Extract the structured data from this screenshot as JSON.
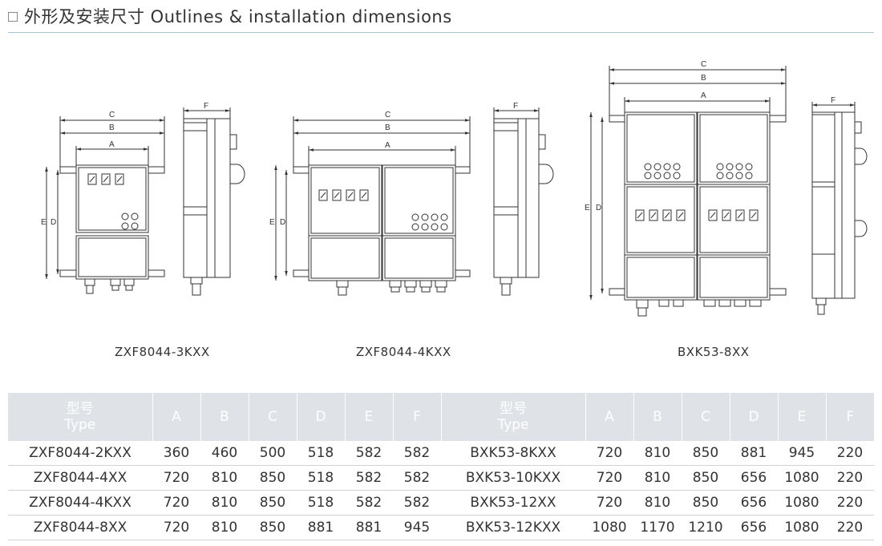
{
  "section": {
    "title": "外形及安装尺寸 Outlines & installation dimensions"
  },
  "drawings": [
    {
      "model": "ZXF8044-3KXX",
      "dims": {
        "a": "A",
        "b": "B",
        "c": "C",
        "d": "D",
        "e": "E",
        "f": "F"
      }
    },
    {
      "model": "ZXF8044-4KXX",
      "dims": {
        "a": "A",
        "b": "B",
        "c": "C",
        "d": "D",
        "e": "E",
        "f": "F"
      }
    },
    {
      "model": "BXK53-8XX",
      "dims": {
        "a": "A",
        "b": "B",
        "c": "C",
        "d": "D",
        "e": "E",
        "f": "F"
      }
    }
  ],
  "table": {
    "headers": [
      {
        "zh": "型号",
        "en": "Type"
      },
      {
        "en": "A"
      },
      {
        "en": "B"
      },
      {
        "en": "C"
      },
      {
        "en": "D"
      },
      {
        "en": "E"
      },
      {
        "en": "F"
      },
      {
        "zh": "型号",
        "en": "Type"
      },
      {
        "en": "A"
      },
      {
        "en": "B"
      },
      {
        "en": "C"
      },
      {
        "en": "D"
      },
      {
        "en": "E"
      },
      {
        "en": "F"
      }
    ],
    "rows": [
      [
        "ZXF8044-2KXX",
        "360",
        "460",
        "500",
        "518",
        "582",
        "582",
        "BXK53-8KXX",
        "720",
        "810",
        "850",
        "881",
        "945",
        "220"
      ],
      [
        "ZXF8044-4XX",
        "720",
        "810",
        "850",
        "518",
        "582",
        "582",
        "BXK53-10KXX",
        "720",
        "810",
        "850",
        "656",
        "1080",
        "220"
      ],
      [
        "ZXF8044-4KXX",
        "720",
        "810",
        "850",
        "518",
        "582",
        "582",
        "BXK53-12XX",
        "720",
        "810",
        "850",
        "656",
        "1080",
        "220"
      ],
      [
        "ZXF8044-8XX",
        "720",
        "810",
        "850",
        "881",
        "881",
        "945",
        "BXK53-12KXX",
        "1080",
        "1170",
        "1210",
        "656",
        "1080",
        "220"
      ]
    ]
  },
  "colors": {
    "header_bg": "#dfe3e7",
    "rule": "#a9c6cf",
    "line": "#333333"
  }
}
